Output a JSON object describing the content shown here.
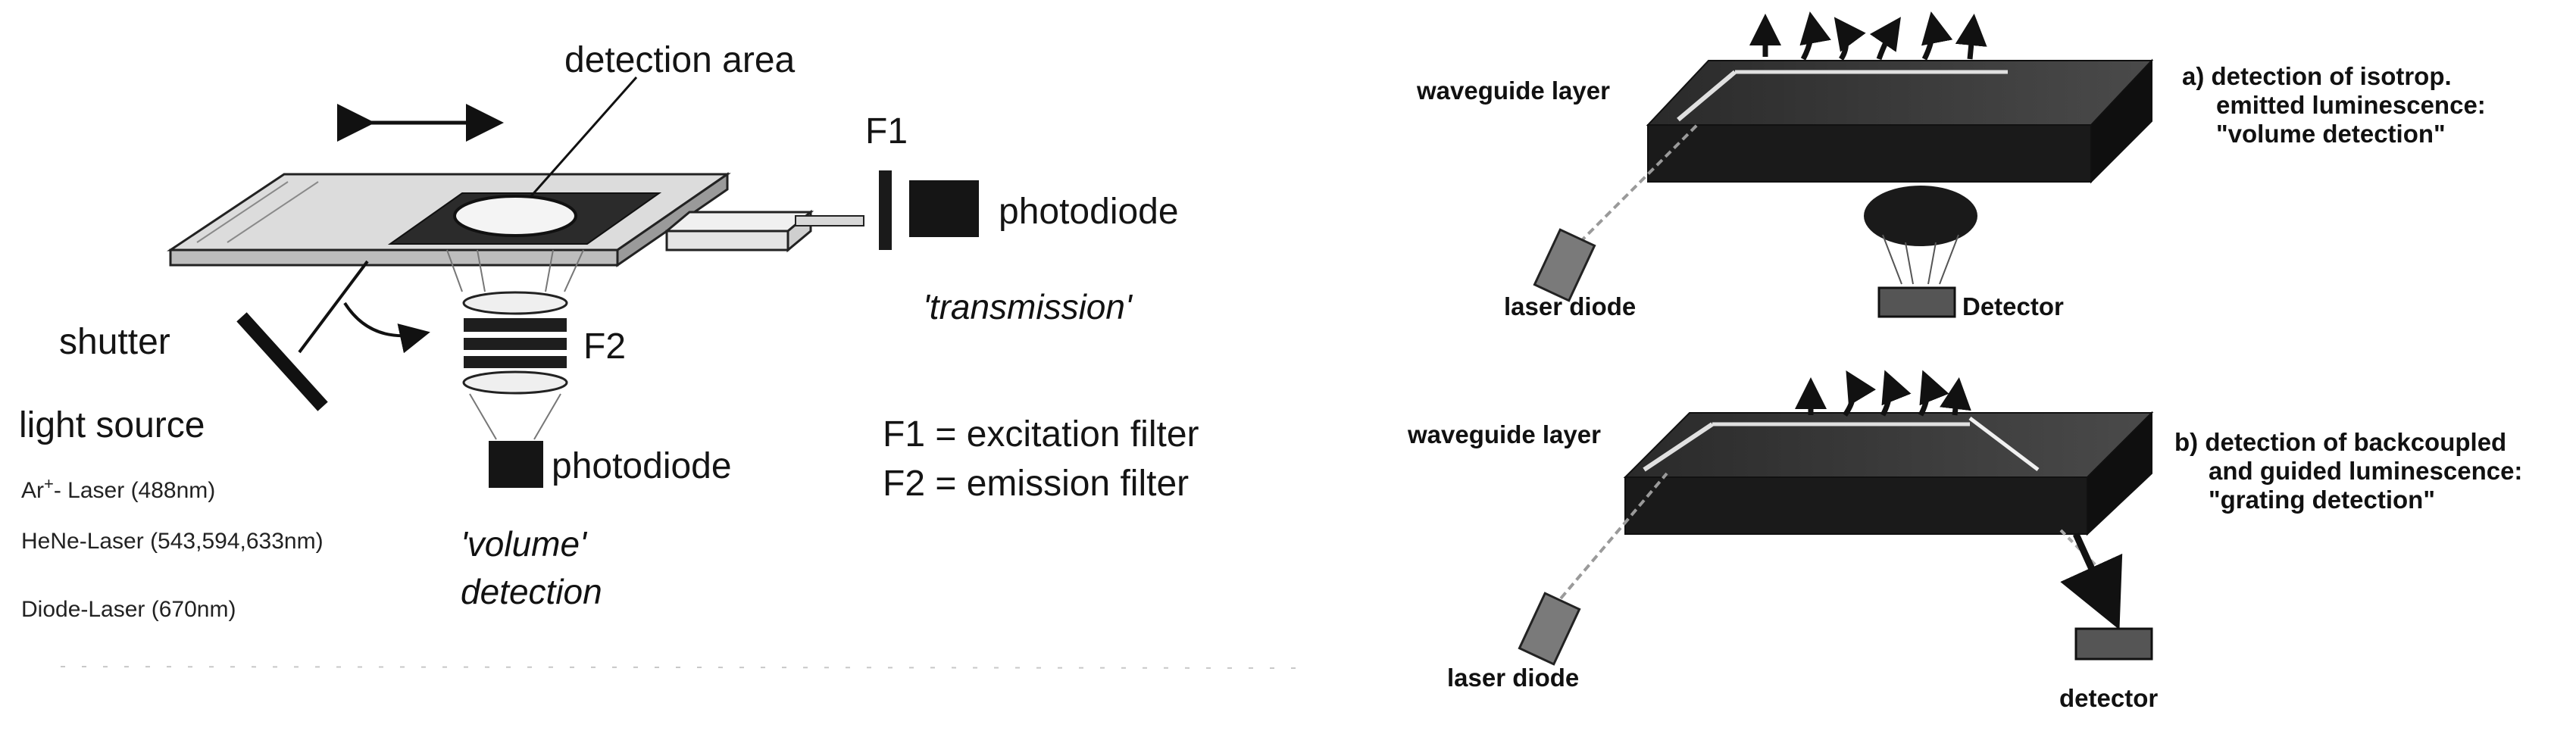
{
  "left_panel": {
    "detection_area": "detection area",
    "f1": "F1",
    "photodiode_transmission": "photodiode",
    "transmission": "'transmission'",
    "shutter": "shutter",
    "f2": "F2",
    "light_source": "light source",
    "laser_ar_prefix": "Ar",
    "laser_ar_sup": "+",
    "laser_ar_suffix": "- Laser (488nm)",
    "laser_hene": "HeNe-Laser (543,594,633nm)",
    "laser_diode": "Diode-Laser (670nm)",
    "photodiode_volume": "photodiode",
    "volume_line1": "'volume'",
    "volume_line2": "detection",
    "legend_f1": "F1 = excitation filter",
    "legend_f2": "F2 = emission filter"
  },
  "right_panel": {
    "top": {
      "waveguide_layer": "waveguide layer",
      "laser_diode": "laser diode",
      "detector": "Detector",
      "caption_line1": "a) detection of isotrop.",
      "caption_line2": "emitted luminescence:",
      "caption_line3": "\"volume detection\""
    },
    "bottom": {
      "waveguide_layer": "waveguide layer",
      "laser_diode": "laser diode",
      "detector": "detector",
      "caption_line1": "b) detection of backcoupled",
      "caption_line2": "and guided luminescence:",
      "caption_line3": "\"grating detection\""
    }
  }
}
